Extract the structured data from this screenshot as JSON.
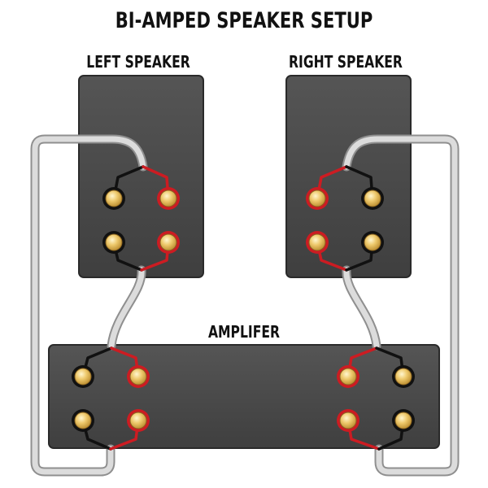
{
  "title": "BI-AMPED SPEAKER SETUP",
  "left_speaker": {
    "label": "LEFT SPEAKER"
  },
  "right_speaker": {
    "label": "RIGHT SPEAKER"
  },
  "amplifier": {
    "label": "AMPLIFER"
  },
  "colors": {
    "box": "#4a4a4a",
    "box_stroke": "#2e2e2e",
    "wire_positive": "#cc1c22",
    "wire_negative": "#111111",
    "cable": "#d9d9d9",
    "cable_outline": "#8f8f8f",
    "terminal_gold": "#e8c56a",
    "terminal_black_ring": "#111111",
    "terminal_red_ring": "#cc1c22"
  }
}
